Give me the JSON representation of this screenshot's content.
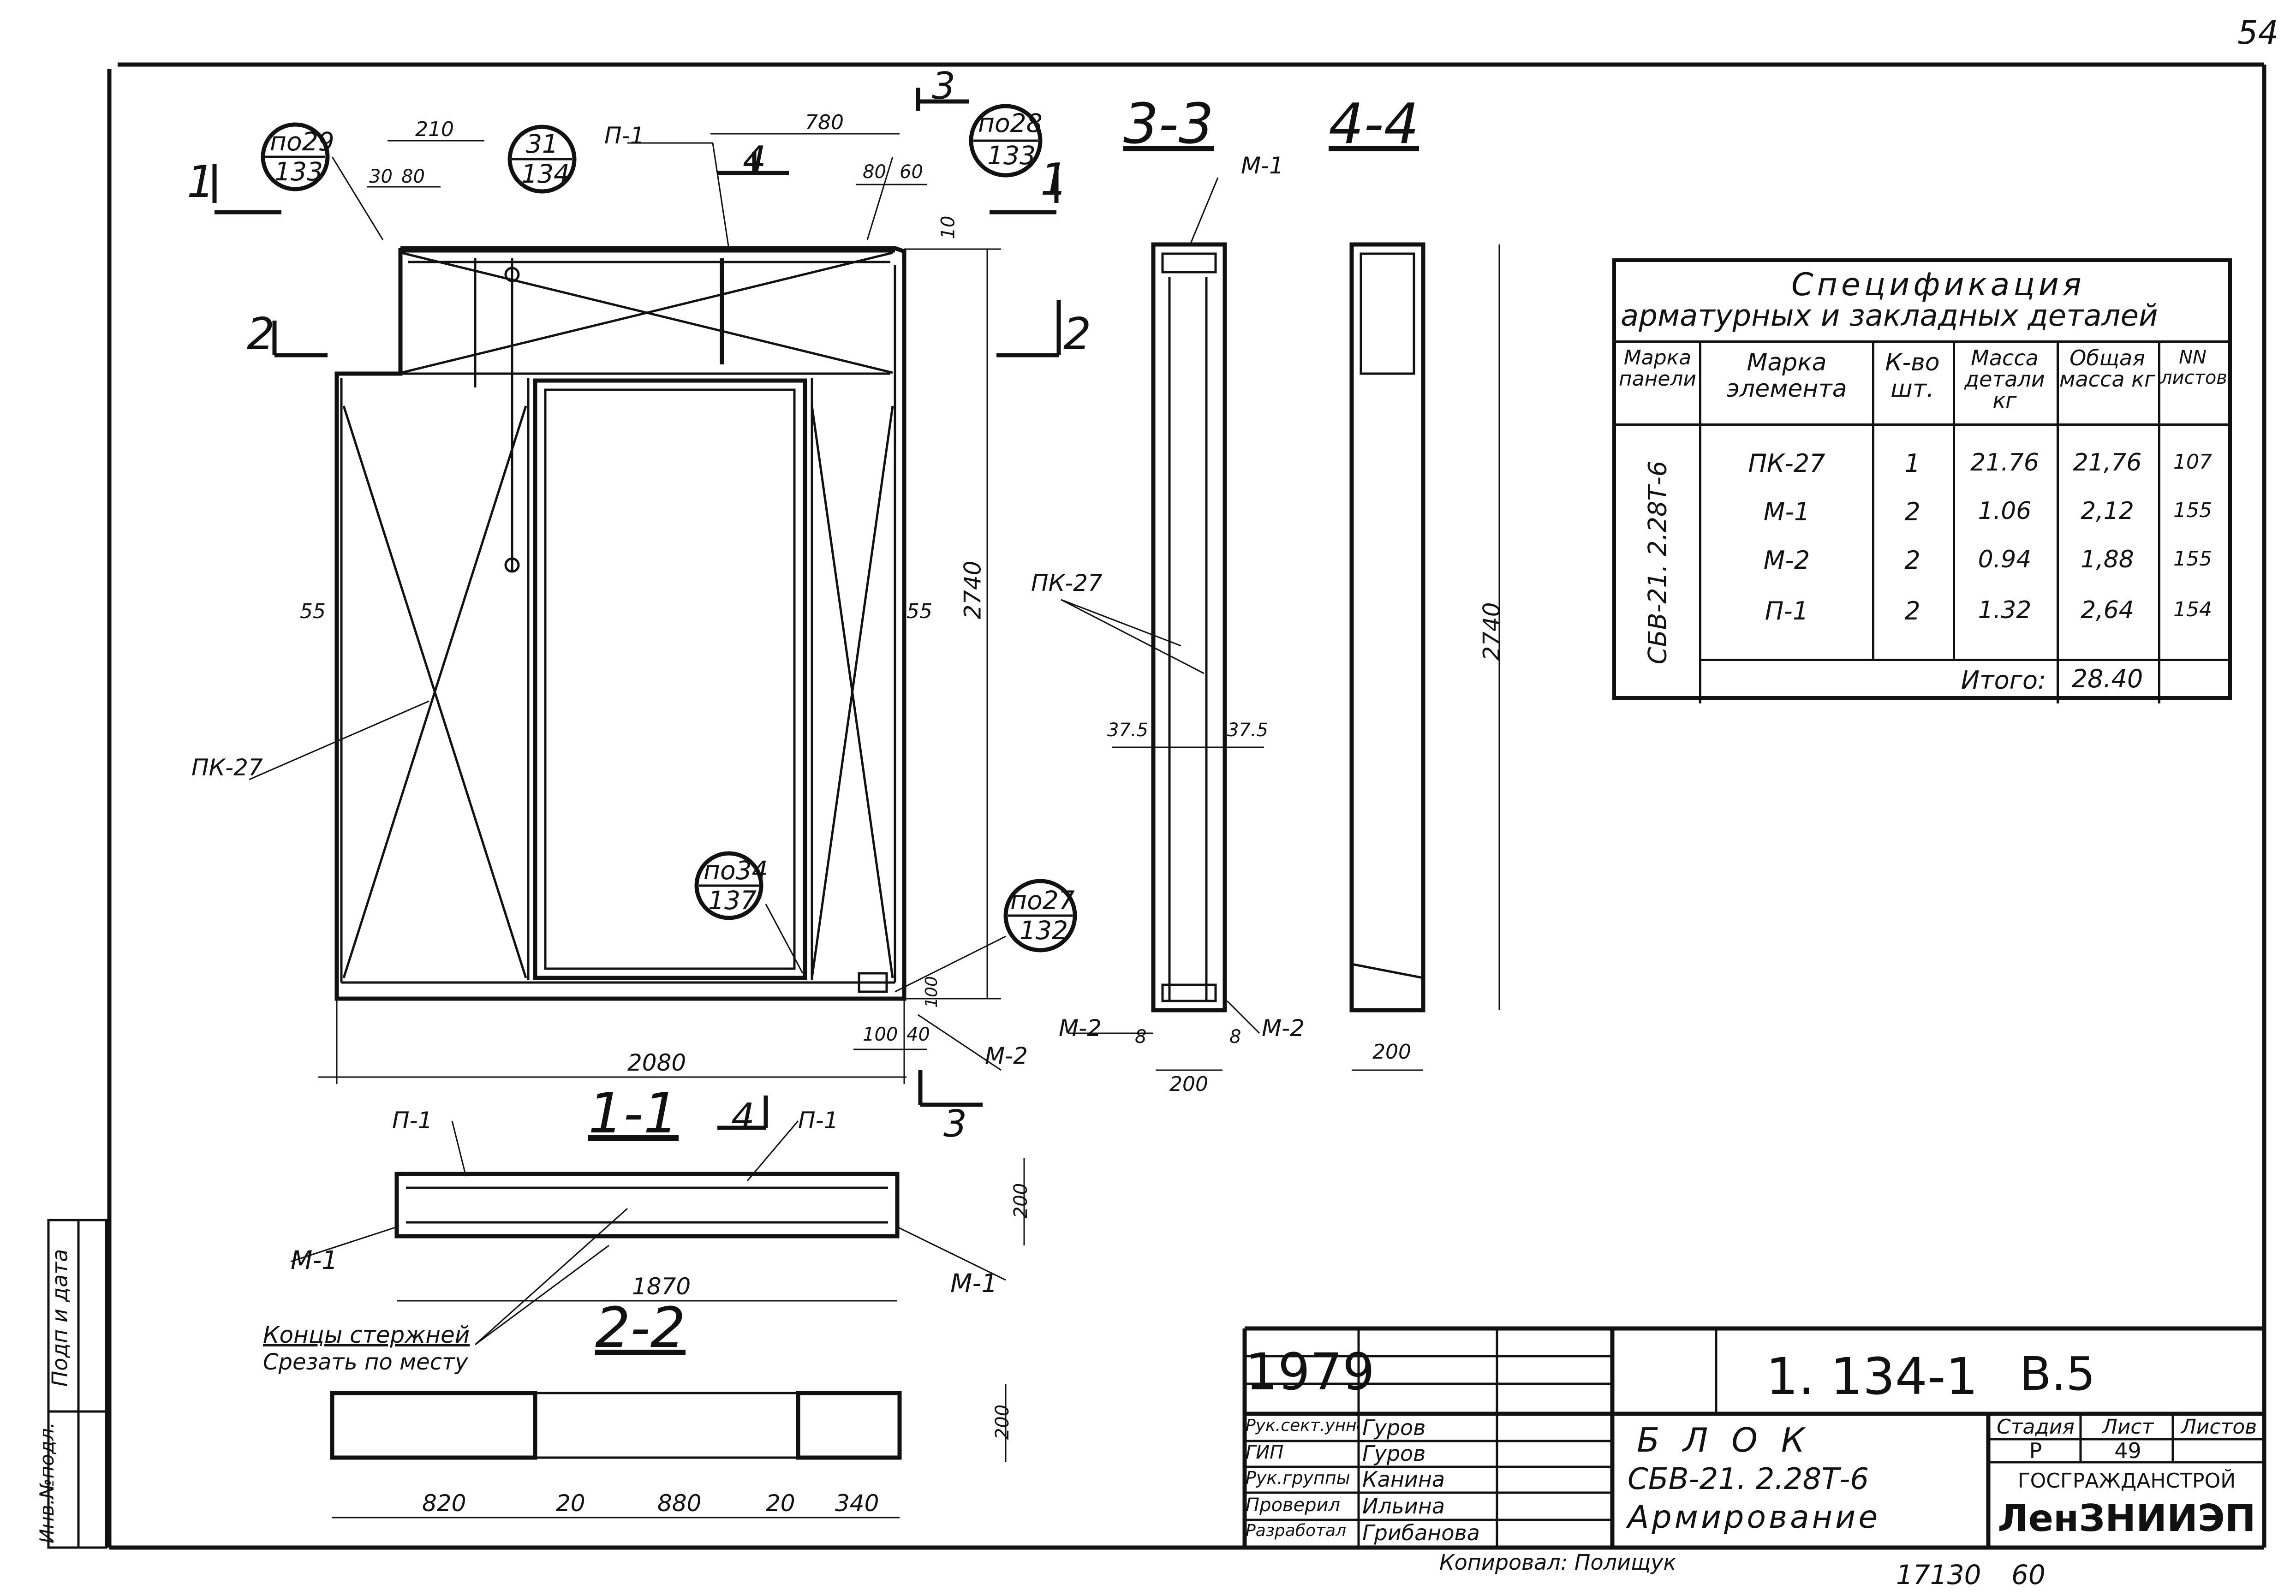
{
  "page_number": "54",
  "sections": {
    "s33": "3-3",
    "s44": "4-4",
    "s11": "1-1",
    "s22": "2-2",
    "mark1": "1",
    "mark2": "2",
    "mark3": "3",
    "mark4": "4"
  },
  "callouts": [
    {
      "top": "по29",
      "bottom": "133"
    },
    {
      "top": "31",
      "bottom": "134"
    },
    {
      "top": "по28",
      "bottom": "133"
    },
    {
      "top": "по34",
      "bottom": "137"
    },
    {
      "top": "по27",
      "bottom": "132"
    }
  ],
  "labels": {
    "p1": "П-1",
    "pk27": "ПК-27",
    "m1": "М-1",
    "m2": "М-2",
    "cut_note_1": "Концы стержней",
    "cut_note_2": "Срезать по месту"
  },
  "dimensions": {
    "d210": "210",
    "d780": "780",
    "d30": "30",
    "d80": "80",
    "d60": "60",
    "d10": "10",
    "d2740": "2740",
    "d55": "55",
    "d2080": "2080",
    "d100": "100",
    "d40": "40",
    "d375": "37.5",
    "d8": "8",
    "d200": "200",
    "d1870": "1870",
    "d820": "820",
    "d20": "20",
    "d880": "880",
    "d340": "340"
  },
  "spec_table": {
    "title_1": "Спецификация",
    "title_2": "арматурных и закладных деталей",
    "headers": [
      "Марка панели",
      "Марка элемента",
      "К-во шт.",
      "Масса детали кг",
      "Общая масса кг",
      "NN листов"
    ],
    "panel_mark": "СБВ-21. 2.28Т-6",
    "rows": [
      [
        "ПК-27",
        "1",
        "21.76",
        "21,76",
        "107"
      ],
      [
        "М-1",
        "2",
        "1.06",
        "2,12",
        "155"
      ],
      [
        "М-2",
        "2",
        "0.94",
        "1,88",
        "155"
      ],
      [
        "П-1",
        "2",
        "1.32",
        "2,64",
        "154"
      ]
    ],
    "total_label": "Итого:",
    "total_value": "28.40"
  },
  "title_block": {
    "year": "1979",
    "code": "1. 134-1",
    "issue": "В.5",
    "roles": [
      "Рук.сект.уннб",
      "ГИП",
      "Рук.группы",
      "Проверил",
      "Разработал"
    ],
    "names": [
      "Гуров",
      "Гуров",
      "Канина",
      "Ильина",
      "Грибанова"
    ],
    "doc_title_1": "Б Л О К",
    "doc_title_2": "СБВ-21. 2.28Т-6",
    "doc_title_3": "Армирование",
    "stage_label": "Стадия",
    "sheet_label": "Лист",
    "sheets_label": "Листов",
    "stage": "Р",
    "sheet": "49",
    "org_1": "ГОСГРАЖДАНСТРОЙ",
    "org_2": "ЛенЗНИИЭП"
  },
  "side_stamps": {
    "sign_date": "Подп и дата",
    "inv_no": "Инв.№подл."
  },
  "footer": {
    "copied": "Копировал: Полищук",
    "order_no": "17130",
    "format": "60"
  }
}
